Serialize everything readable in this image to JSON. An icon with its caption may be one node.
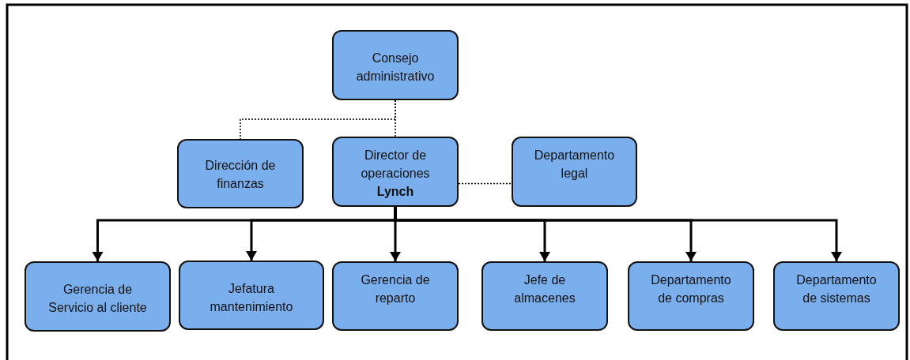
{
  "diagram": {
    "nodes": [
      {
        "text": [
          "Consejo administrativo"
        ]
      },
      {
        "text": [
          "Dirección de finanzas"
        ]
      },
      {
        "text": [
          "Director de operaciones",
          "Lynch"
        ]
      },
      {
        "text": [
          "Departamento legal"
        ]
      },
      {
        "text": [
          "Gerencia de Servicio al cliente"
        ]
      },
      {
        "text": [
          "Jefatura mantenimiento"
        ]
      },
      {
        "text": [
          "Gerencia de reparto"
        ]
      },
      {
        "text": [
          "Jefe de almacenes"
        ]
      },
      {
        "text": [
          "Departamento de compras"
        ]
      },
      {
        "text": [
          "Departamento de sistemas"
        ]
      }
    ],
    "edges": [
      {
        "from": 0,
        "to": 1,
        "arrow": "none",
        "style": "dashed"
      },
      {
        "from": 0,
        "to": 2,
        "arrow": "none",
        "style": "dashed"
      },
      {
        "from": 2,
        "to": 3,
        "arrow": "none",
        "style": "dashed"
      },
      {
        "from": 2,
        "to": 4,
        "arrow": "to"
      },
      {
        "from": 2,
        "to": 5,
        "arrow": "to"
      },
      {
        "from": 2,
        "to": 6,
        "arrow": "to"
      },
      {
        "from": 2,
        "to": 7,
        "arrow": "to"
      },
      {
        "from": 2,
        "to": 8,
        "arrow": "to"
      },
      {
        "from": 2,
        "to": 9,
        "arrow": "to"
      }
    ]
  }
}
